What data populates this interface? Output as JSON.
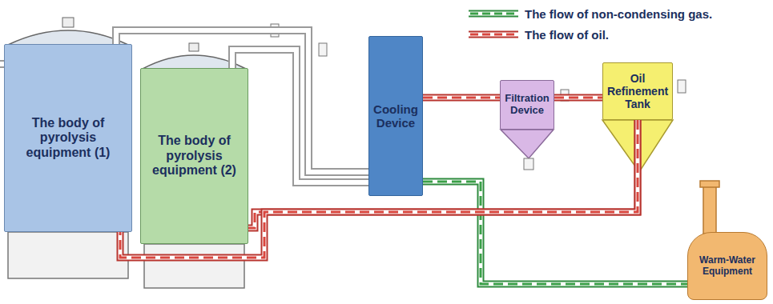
{
  "diagram": {
    "nodes": [
      {
        "text": [
          "The body of pyrolysis equipment (1)"
        ]
      },
      {
        "text": [
          "The body of pyrolysis equipment (2)"
        ]
      },
      {
        "text": [
          "Cooling Device"
        ]
      },
      {
        "text": [
          "Filtration Device"
        ]
      },
      {
        "text": [
          "Oil Refinement Tank"
        ]
      },
      {
        "text": [
          "Warm-Water Equipment"
        ]
      }
    ],
    "edges": [
      {
        "from": 0,
        "to": 2,
        "arrow": "none"
      },
      {
        "from": 1,
        "to": 2,
        "arrow": "none"
      },
      {
        "from": 2,
        "to": 3,
        "arrow": "none"
      },
      {
        "from": 3,
        "to": 4,
        "arrow": "none"
      },
      {
        "from": 2,
        "to": 5,
        "arrow": "none"
      },
      {
        "from": 4,
        "to": 1,
        "arrow": "none"
      },
      {
        "from": 4,
        "to": 0,
        "arrow": "none"
      }
    ],
    "legend": [
      {
        "text": "The flow of non-condensing gas."
      },
      {
        "text": "The flow of oil."
      }
    ]
  }
}
